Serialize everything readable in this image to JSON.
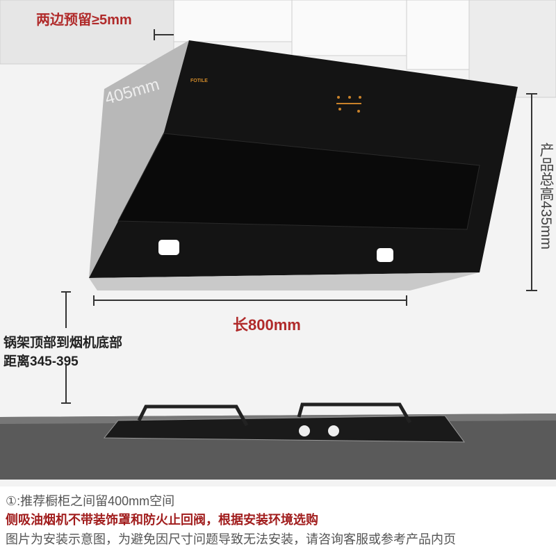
{
  "annotations": {
    "side_clearance": "两边预留≥5mm",
    "depth": "405mm",
    "length": "长800mm",
    "total_height": "产品总高435mm",
    "distance_line1": "锅架顶部到烟机底部",
    "distance_line2": "距离345-395"
  },
  "brand": "FOTILE",
  "notes": [
    "①:推荐橱柜之间留400mm空间",
    "侧吸油烟机不带装饰罩和防火止回阀，根据安装环境选购",
    "图片为安装示意图，为避免因尺寸问题导致无法安装，请咨询客服或参考产品内页"
  ],
  "colors": {
    "accent_red": "#b02a2a",
    "hood": "#111111",
    "counter": "#5a5a5a"
  }
}
